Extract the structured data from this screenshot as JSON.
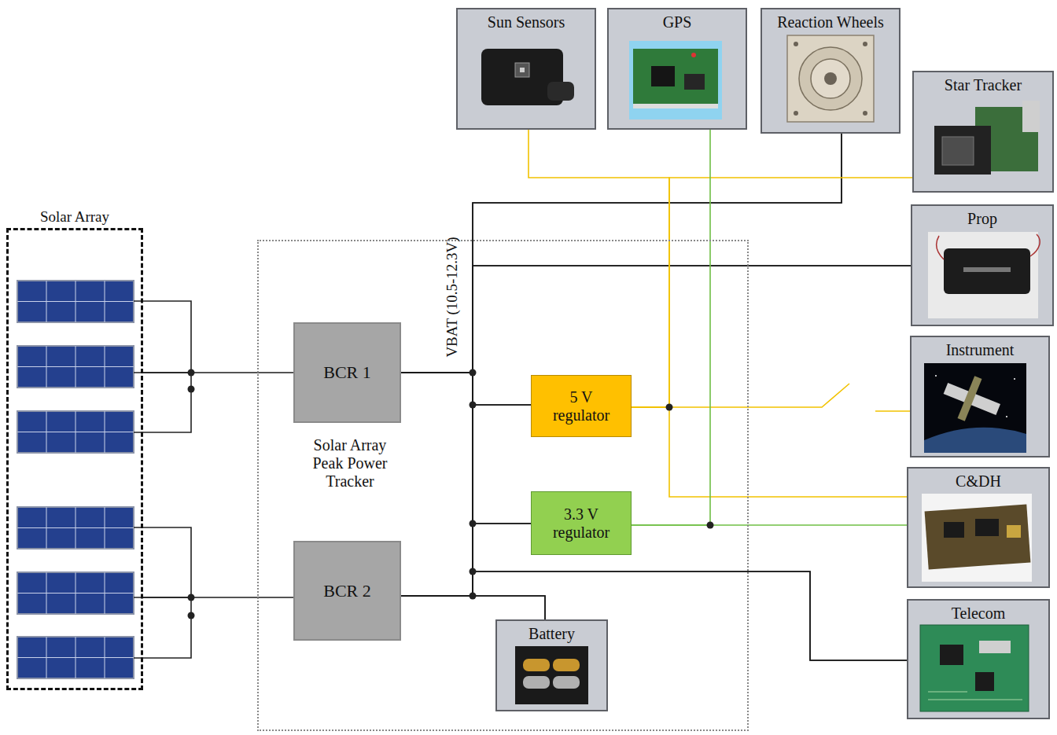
{
  "diagram": {
    "nodes": [
      {
        "text": [
          "Sun Sensors"
        ]
      },
      {
        "text": [
          "GPS"
        ]
      },
      {
        "text": [
          "Reaction Wheels"
        ]
      },
      {
        "text": [
          "Star Tracker"
        ]
      },
      {
        "text": [
          "Solar Array"
        ]
      },
      {
        "text": [
          "Solar Array Peak Power Tracker"
        ]
      },
      {
        "text": [
          "BCR 1"
        ],
        "in": 5
      },
      {
        "text": [
          "5 V regulator"
        ],
        "in": 5
      },
      {
        "text": [
          "3.3 V regulator"
        ],
        "in": 5
      },
      {
        "text": [
          "BCR 2"
        ],
        "in": 5
      },
      {
        "text": [
          "Battery"
        ],
        "in": 5
      },
      {
        "text": [
          "Prop"
        ]
      },
      {
        "text": [
          "Instrument"
        ]
      },
      {
        "text": [
          "C&DH"
        ]
      },
      {
        "text": [
          "Telecom"
        ]
      }
    ],
    "edges": [
      {
        "from": 4,
        "to": 6,
        "arrow": "none"
      },
      {
        "from": 4,
        "to": 9,
        "arrow": "none"
      },
      {
        "from": 6,
        "to": 10,
        "arrow": "none"
      },
      {
        "from": 9,
        "to": 10,
        "arrow": "none"
      },
      {
        "from": 6,
        "to": 7,
        "arrow": "none"
      },
      {
        "from": 9,
        "to": 7,
        "arrow": "none"
      },
      {
        "from": 6,
        "to": 8,
        "arrow": "none"
      },
      {
        "from": 9,
        "to": 8,
        "arrow": "none"
      },
      {
        "from": 6,
        "to": 2,
        "arrow": "none"
      },
      {
        "from": 9,
        "to": 2,
        "arrow": "none"
      },
      {
        "from": 6,
        "to": 11,
        "arrow": "none"
      },
      {
        "from": 9,
        "to": 11,
        "arrow": "none"
      },
      {
        "from": 6,
        "to": 14,
        "arrow": "none"
      },
      {
        "from": 9,
        "to": 14,
        "arrow": "none"
      },
      {
        "from": 7,
        "to": 0,
        "arrow": "none"
      },
      {
        "from": 7,
        "to": 3,
        "arrow": "none"
      },
      {
        "from": 7,
        "to": 12,
        "arrow": "none"
      },
      {
        "from": 7,
        "to": 13,
        "arrow": "none"
      },
      {
        "from": 8,
        "to": 1,
        "arrow": "none"
      },
      {
        "from": 8,
        "to": 13,
        "arrow": "none"
      }
    ],
    "labels": [
      "VBAT (10.5-12.3V)"
    ]
  }
}
